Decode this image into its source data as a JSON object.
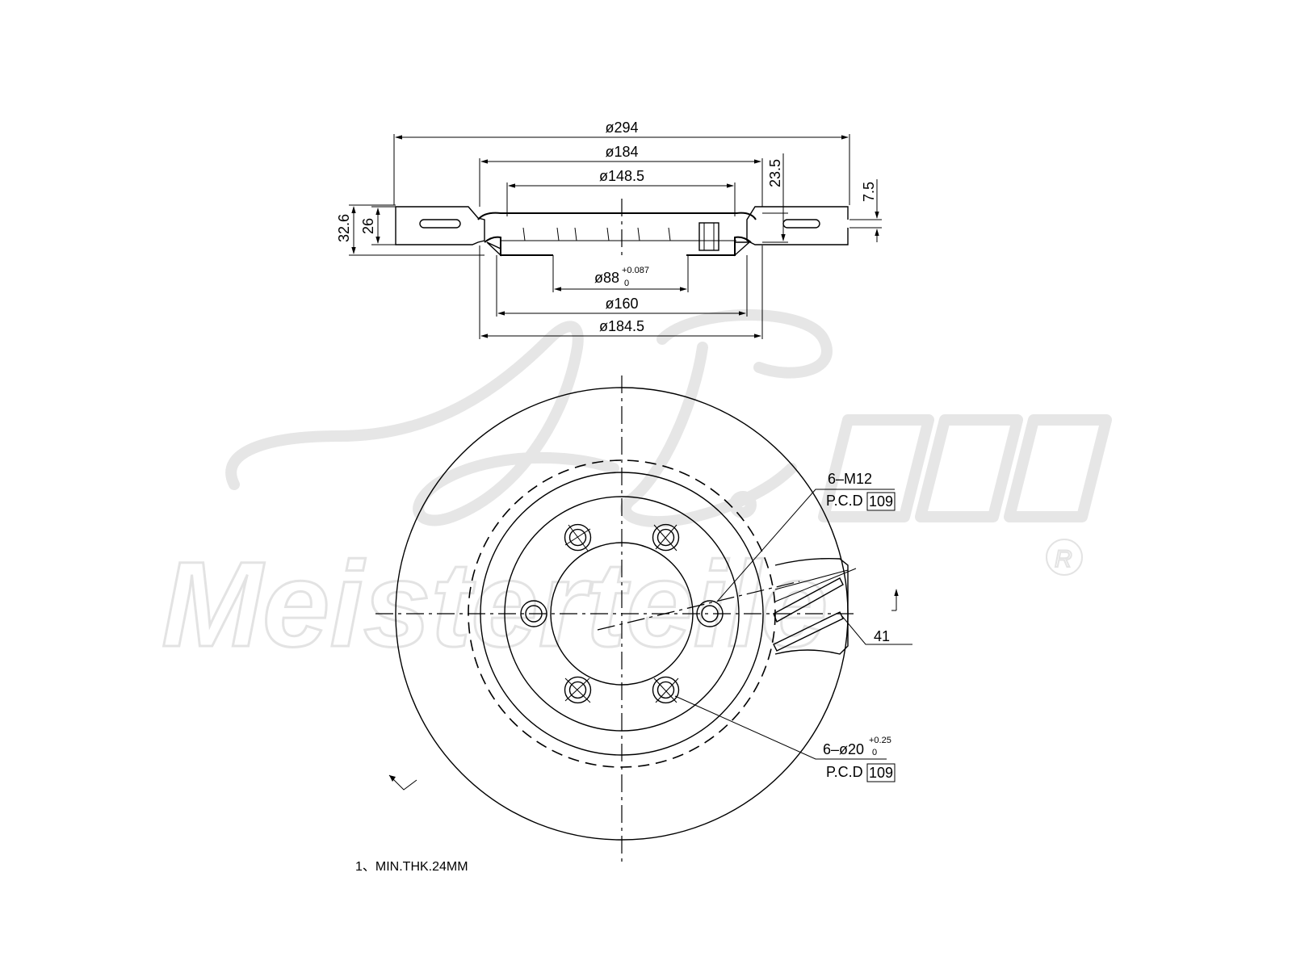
{
  "watermark": {
    "script_text": "A.L.",
    "brand_text": "Meisterteile",
    "registered_mark": "R"
  },
  "section_view": {
    "dims_top": [
      "ø294",
      "ø184",
      "ø148.5"
    ],
    "dims_bottom": [
      "ø160",
      "ø184.5"
    ],
    "bore": {
      "base": "ø88",
      "tol_upper": "+0.087",
      "tol_lower": "0"
    },
    "dims_vertical": [
      "32.6",
      "26",
      "23.5",
      "7.5"
    ]
  },
  "front_view": {
    "thread_callout": {
      "spec": "6–M12",
      "pcd_label": "P.C.D",
      "pcd_value": "109"
    },
    "hole_callout": {
      "base": "6–ø20",
      "tol_upper": "+0.25",
      "tol_lower": "0",
      "pcd_label": "P.C.D",
      "pcd_value": "109"
    },
    "vane_dim": "41"
  },
  "notes": [
    "1、MIN.THK.24MM"
  ]
}
